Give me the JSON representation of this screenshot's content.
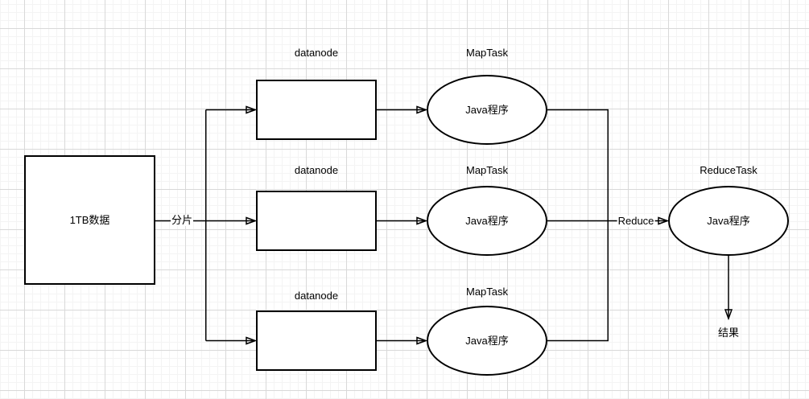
{
  "diagram_type": "mapreduce-flow",
  "colors": {
    "stroke": "#000000",
    "shape_fill": "#ffffff",
    "text": "#000000",
    "grid_major": "#d9d9d9",
    "grid_minor": "#f4f4f4",
    "background": "#ffffff"
  },
  "source": {
    "label": "1TB数据"
  },
  "edges": {
    "split_label": "分片",
    "reduce_label": "Reduce"
  },
  "map_rows": [
    {
      "node_title": "datanode",
      "task_title": "MapTask",
      "program_label": "Java程序"
    },
    {
      "node_title": "datanode",
      "task_title": "MapTask",
      "program_label": "Java程序"
    },
    {
      "node_title": "datanode",
      "task_title": "MapTask",
      "program_label": "Java程序"
    }
  ],
  "reduce": {
    "task_title": "ReduceTask",
    "program_label": "Java程序"
  },
  "result": {
    "label": "结果"
  }
}
